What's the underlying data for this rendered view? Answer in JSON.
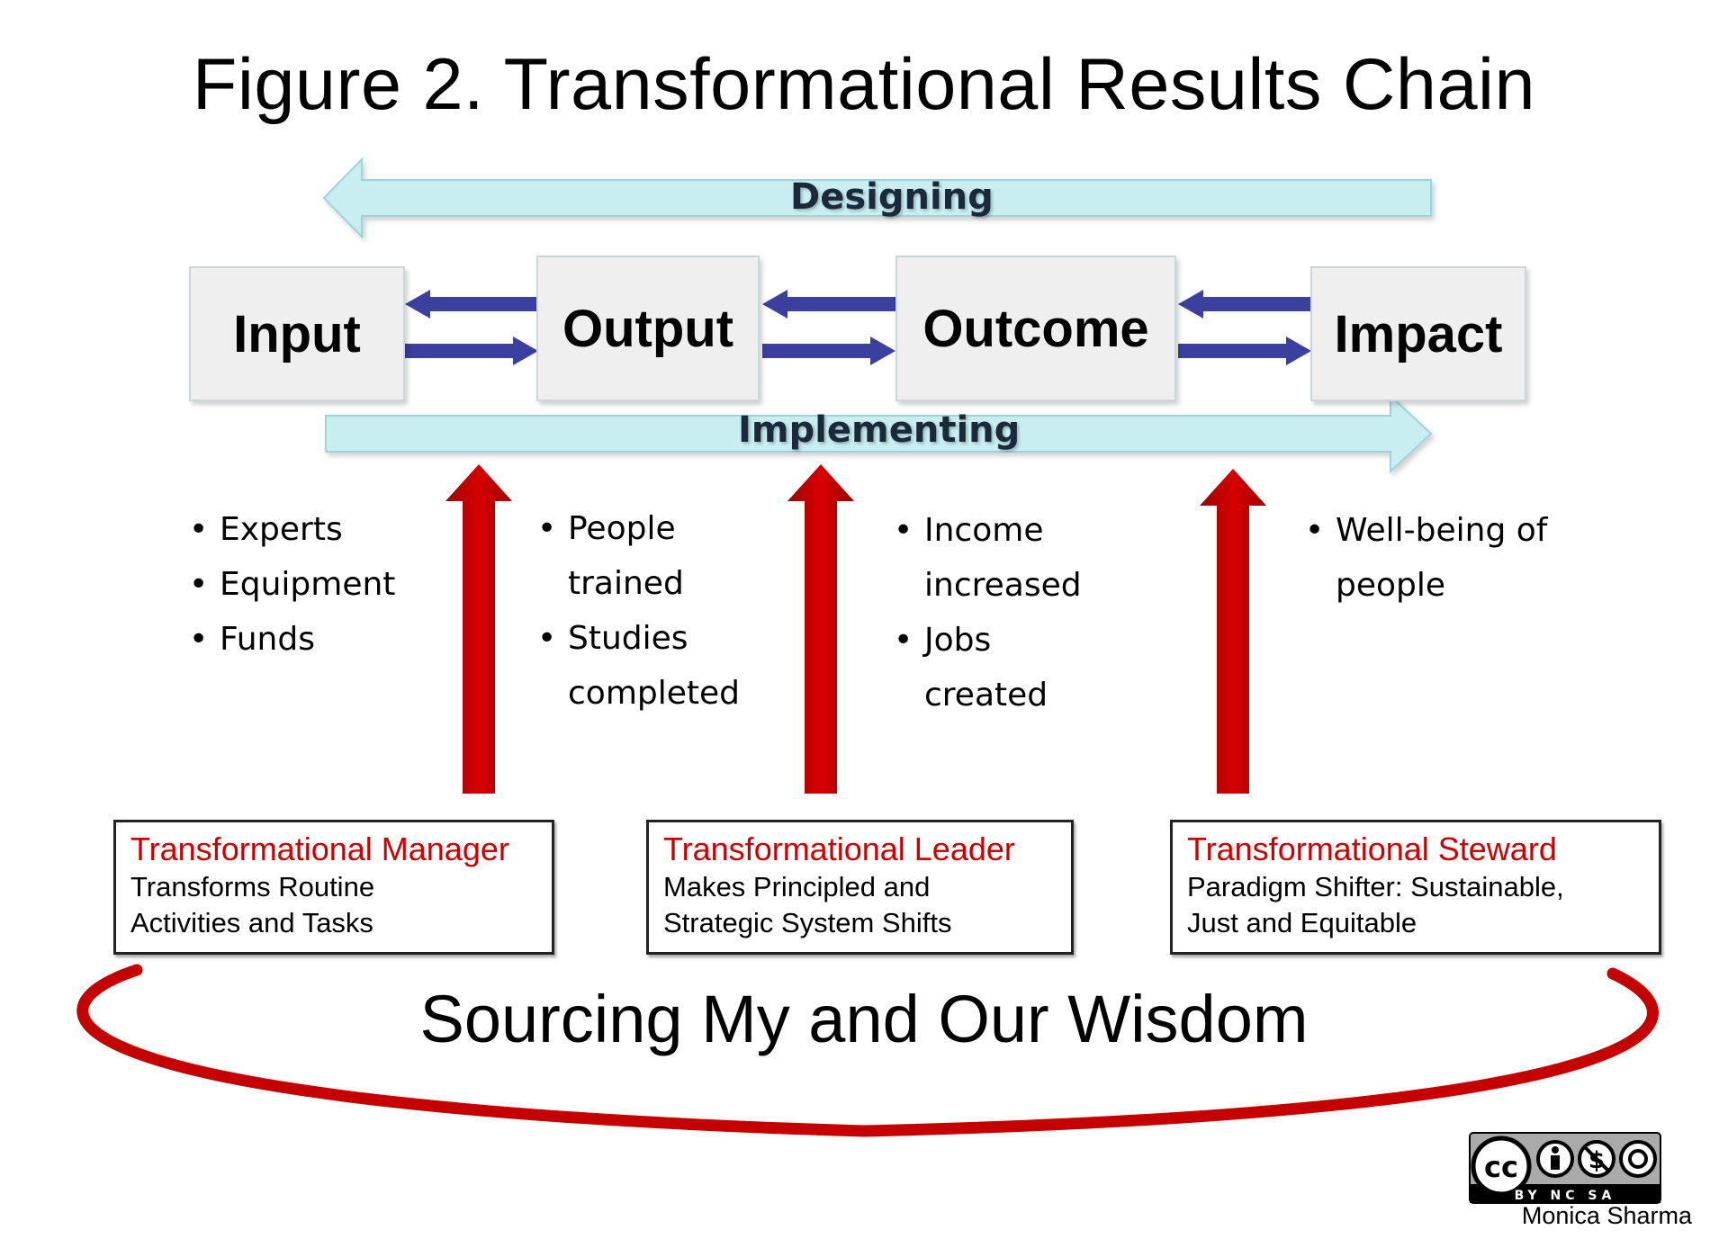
{
  "title": "Figure 2. Transformational Results Chain",
  "flows": {
    "designing": "Designing",
    "implementing": "Implementing"
  },
  "stages": [
    "Input",
    "Output",
    "Outcome",
    "Impact"
  ],
  "stage_items": {
    "input": [
      "Experts",
      "Equipment",
      "Funds"
    ],
    "output": [
      "People trained",
      "Studies completed"
    ],
    "outcome": [
      "Income increased",
      "Jobs created"
    ],
    "impact": [
      "Well-being of people"
    ]
  },
  "roles": [
    {
      "title": "Transformational Manager",
      "description": "Transforms Routine\nActivities and Tasks"
    },
    {
      "title": "Transformational Leader",
      "description": "Makes Principled and\nStrategic System Shifts"
    },
    {
      "title": "Transformational Steward",
      "description": "Paradigm Shifter: Sustainable,\nJust and Equitable"
    }
  ],
  "wisdom": "Sourcing My and Our Wisdom",
  "license": {
    "icon": "cc-by-nc-sa-icon",
    "label": "BY NC SA"
  },
  "author": "Monica Sharma",
  "colors": {
    "flow_arrow": "#c8eef2",
    "flow_arrow_border": "#9fd3da",
    "link_arrow": "#3b3f9e",
    "up_arrow": "#c40000",
    "role_title": "#cc0000",
    "loop": "#c40000"
  }
}
